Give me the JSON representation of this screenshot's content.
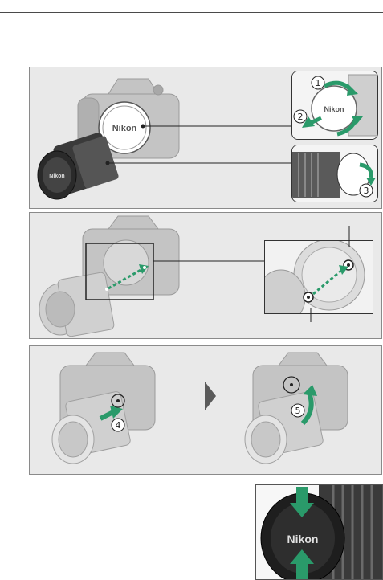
{
  "brand_text": "Nikon",
  "cap_text": "Nikon",
  "step_numbers": [
    "1",
    "2",
    "3",
    "4",
    "5"
  ],
  "colors": {
    "arrow_green": "#2a9a6a",
    "camera_gray": "#b9b9b9",
    "lens_dark": "#2c2c2c",
    "panel_bg": "#e9e9e9"
  },
  "icons": [
    "camera-body-icon",
    "lens-icon",
    "body-cap-icon",
    "rear-cap-icon",
    "mounting-mark-icon",
    "next-step-triangle-icon",
    "rotate-arrow-icon",
    "push-arrow-icon"
  ]
}
